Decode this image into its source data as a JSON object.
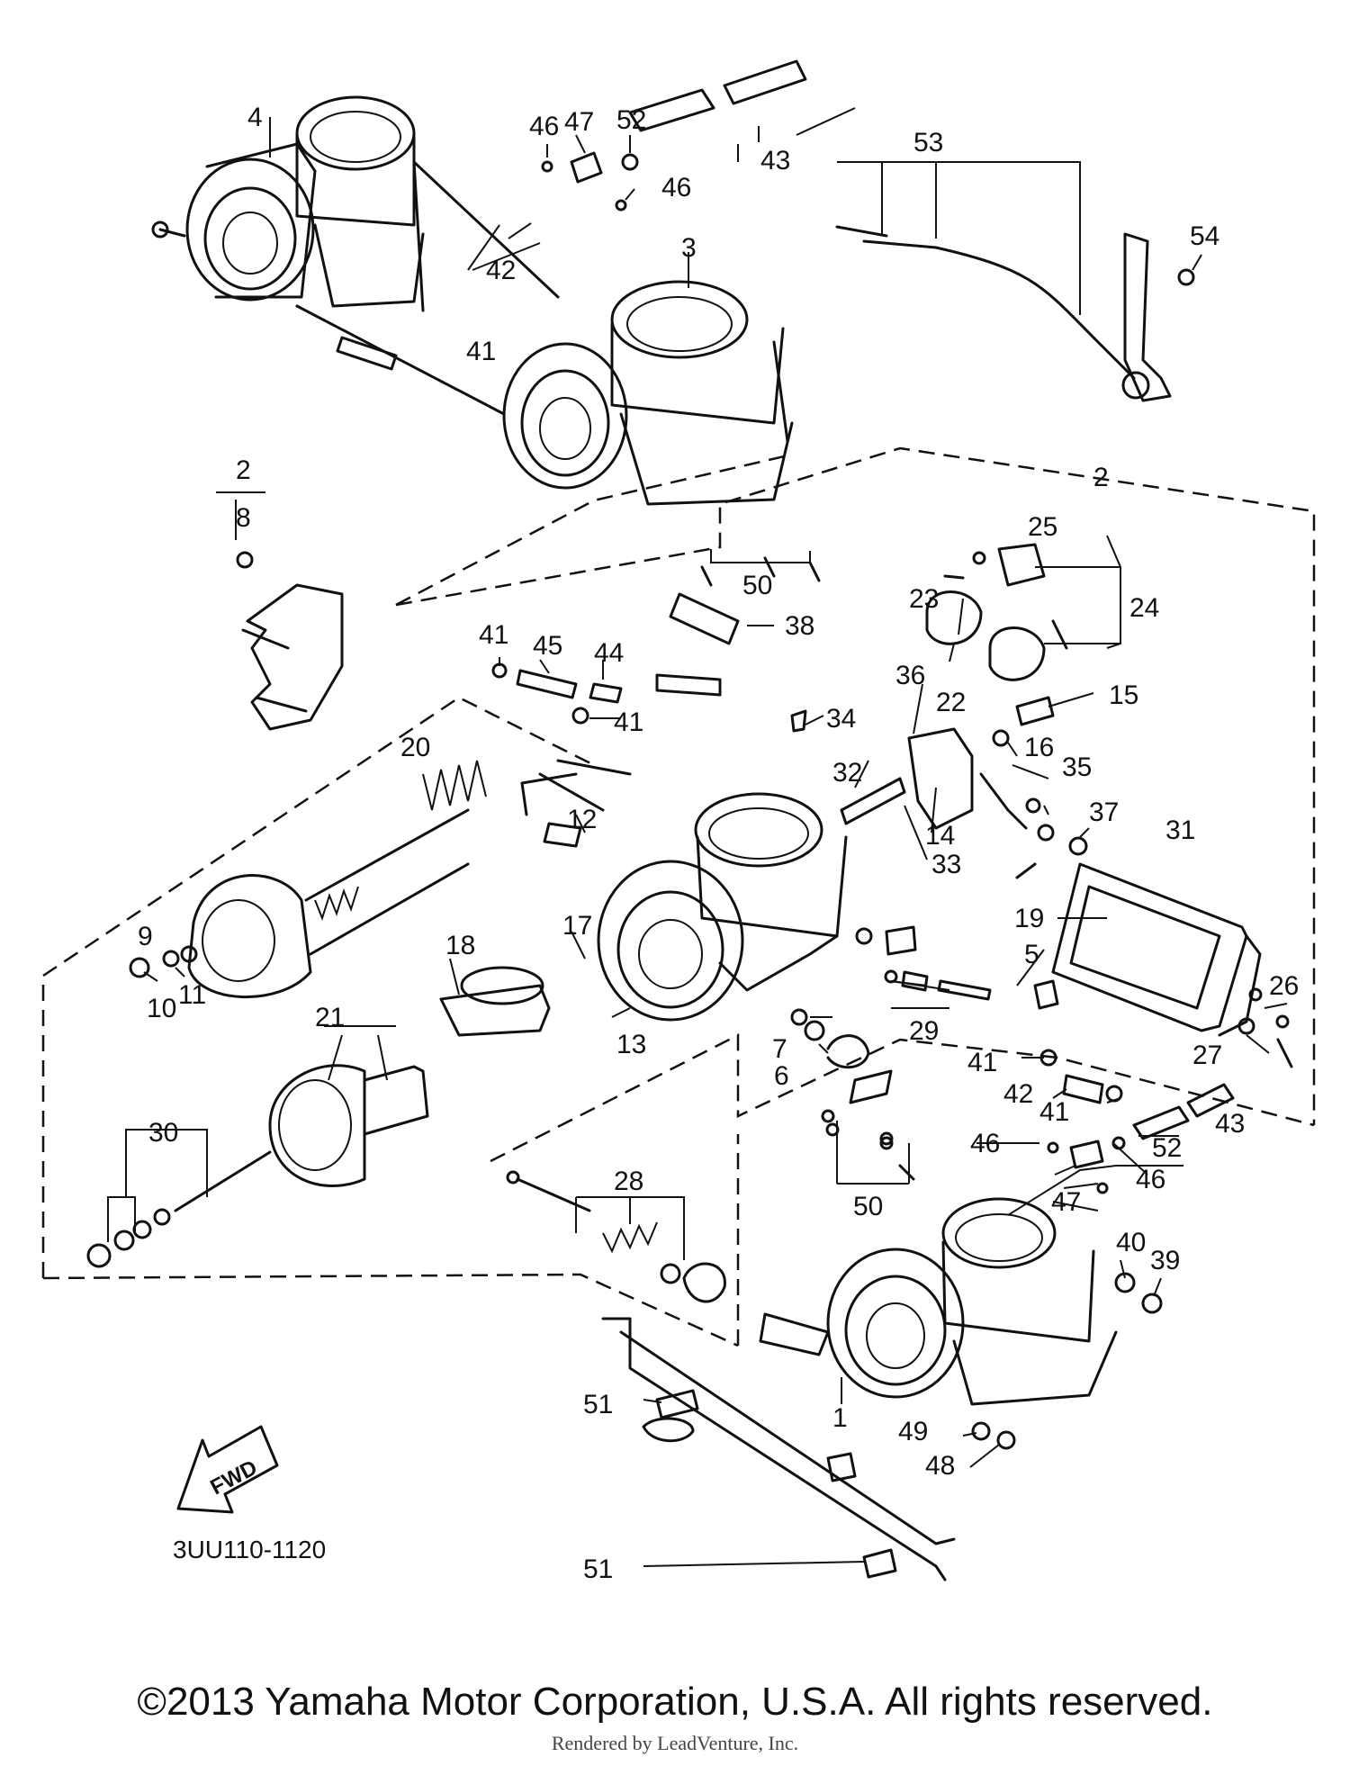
{
  "diagram": {
    "callouts": [
      "1",
      "2",
      "3",
      "4",
      "5",
      "6",
      "7",
      "8",
      "9",
      "10",
      "11",
      "12",
      "13",
      "14",
      "15",
      "16",
      "17",
      "18",
      "19",
      "20",
      "21",
      "22",
      "23",
      "24",
      "25",
      "26",
      "27",
      "28",
      "29",
      "30",
      "31",
      "32",
      "33",
      "34",
      "35",
      "36",
      "37",
      "38",
      "39",
      "40",
      "41",
      "42",
      "43",
      "44",
      "45",
      "46",
      "47",
      "48",
      "49",
      "50",
      "51",
      "52",
      "53",
      "54"
    ],
    "fwd_label": "FWD",
    "drawing_code": "3UU110-1120"
  },
  "footer": {
    "copyright": "©2013 Yamaha Motor Corporation, U.S.A. All rights reserved.",
    "rendered_by": "Rendered by LeadVenture, Inc."
  }
}
